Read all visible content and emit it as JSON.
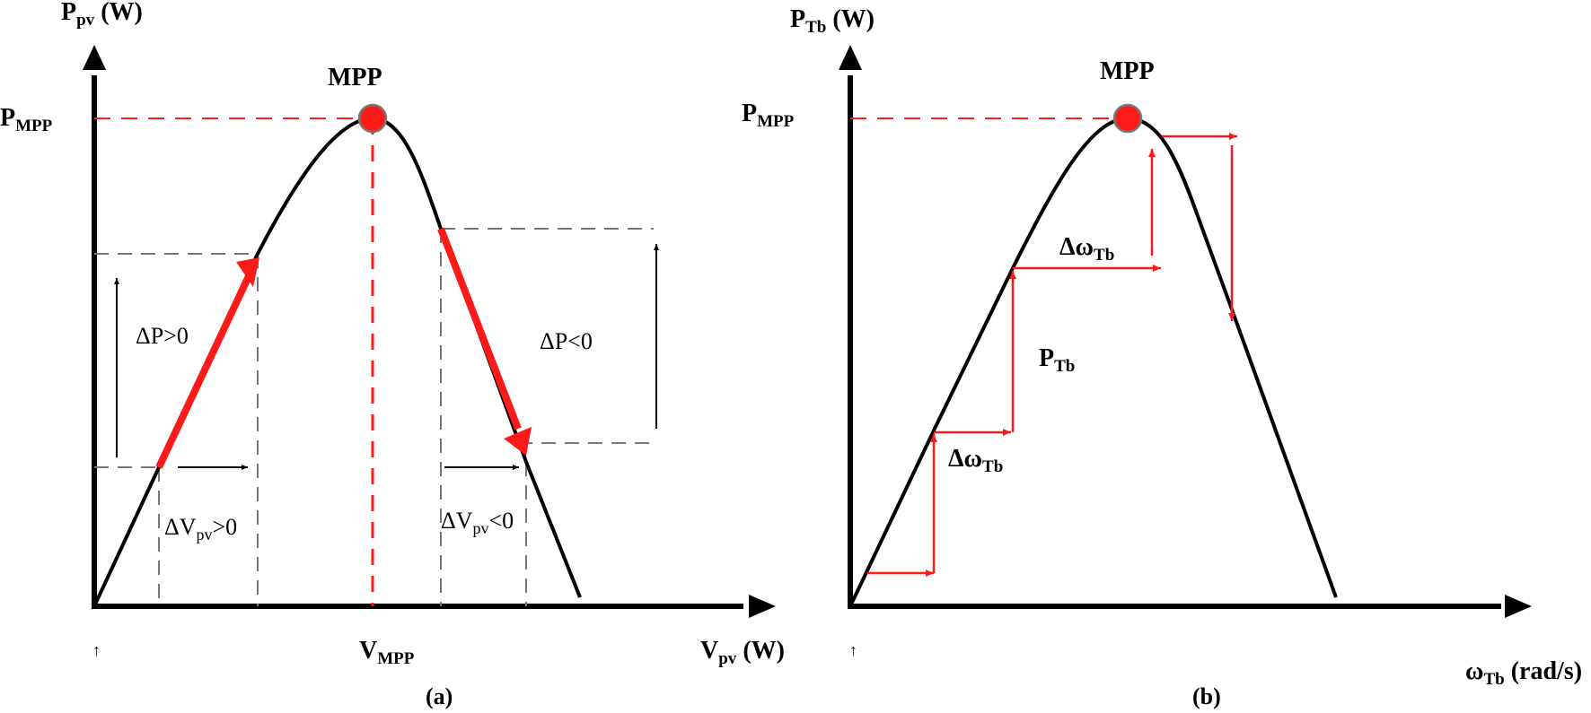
{
  "panels": {
    "a": {
      "caption": "(a)",
      "y_axis": {
        "main": "P",
        "sub": "pv",
        "unit": " (W)"
      },
      "x_axis": {
        "main": "V",
        "sub": "pv",
        "unit": " (W)"
      },
      "p_mpp": {
        "main": "P",
        "sub": "MPP"
      },
      "v_mpp": {
        "main": "V",
        "sub": "MPP"
      },
      "mpp_label": "MPP",
      "origin_mark": "↑",
      "dp_pos": "ΔP>0",
      "dp_neg": "ΔP<0",
      "dv_pos": {
        "main": "ΔV",
        "sub": "pv",
        "tail": ">0"
      },
      "dv_neg": {
        "main": "ΔV",
        "sub": "pv",
        "tail": "<0"
      }
    },
    "b": {
      "caption": "(b)",
      "y_axis": {
        "main": "P",
        "sub": "Tb",
        "unit": " (W)"
      },
      "x_axis": {
        "main": "ω",
        "sub": "Tb",
        "unit": " (rad/s)"
      },
      "p_mpp": {
        "main": "P",
        "sub": "MPP"
      },
      "mpp_label": "MPP",
      "origin_mark": "↑",
      "delta_omega_upper": {
        "main": "Δω",
        "sub": "Tb"
      },
      "delta_omega_lower": {
        "main": "Δω",
        "sub": "Tb"
      },
      "p_tb": {
        "main": "P",
        "sub": "Tb"
      }
    }
  },
  "colors": {
    "curve": "#000000",
    "mpp_point": "#ff1a1a",
    "mpp_point_border": "#777777",
    "red_guide": "#ff1a1a",
    "gray_guide": "#777777"
  }
}
